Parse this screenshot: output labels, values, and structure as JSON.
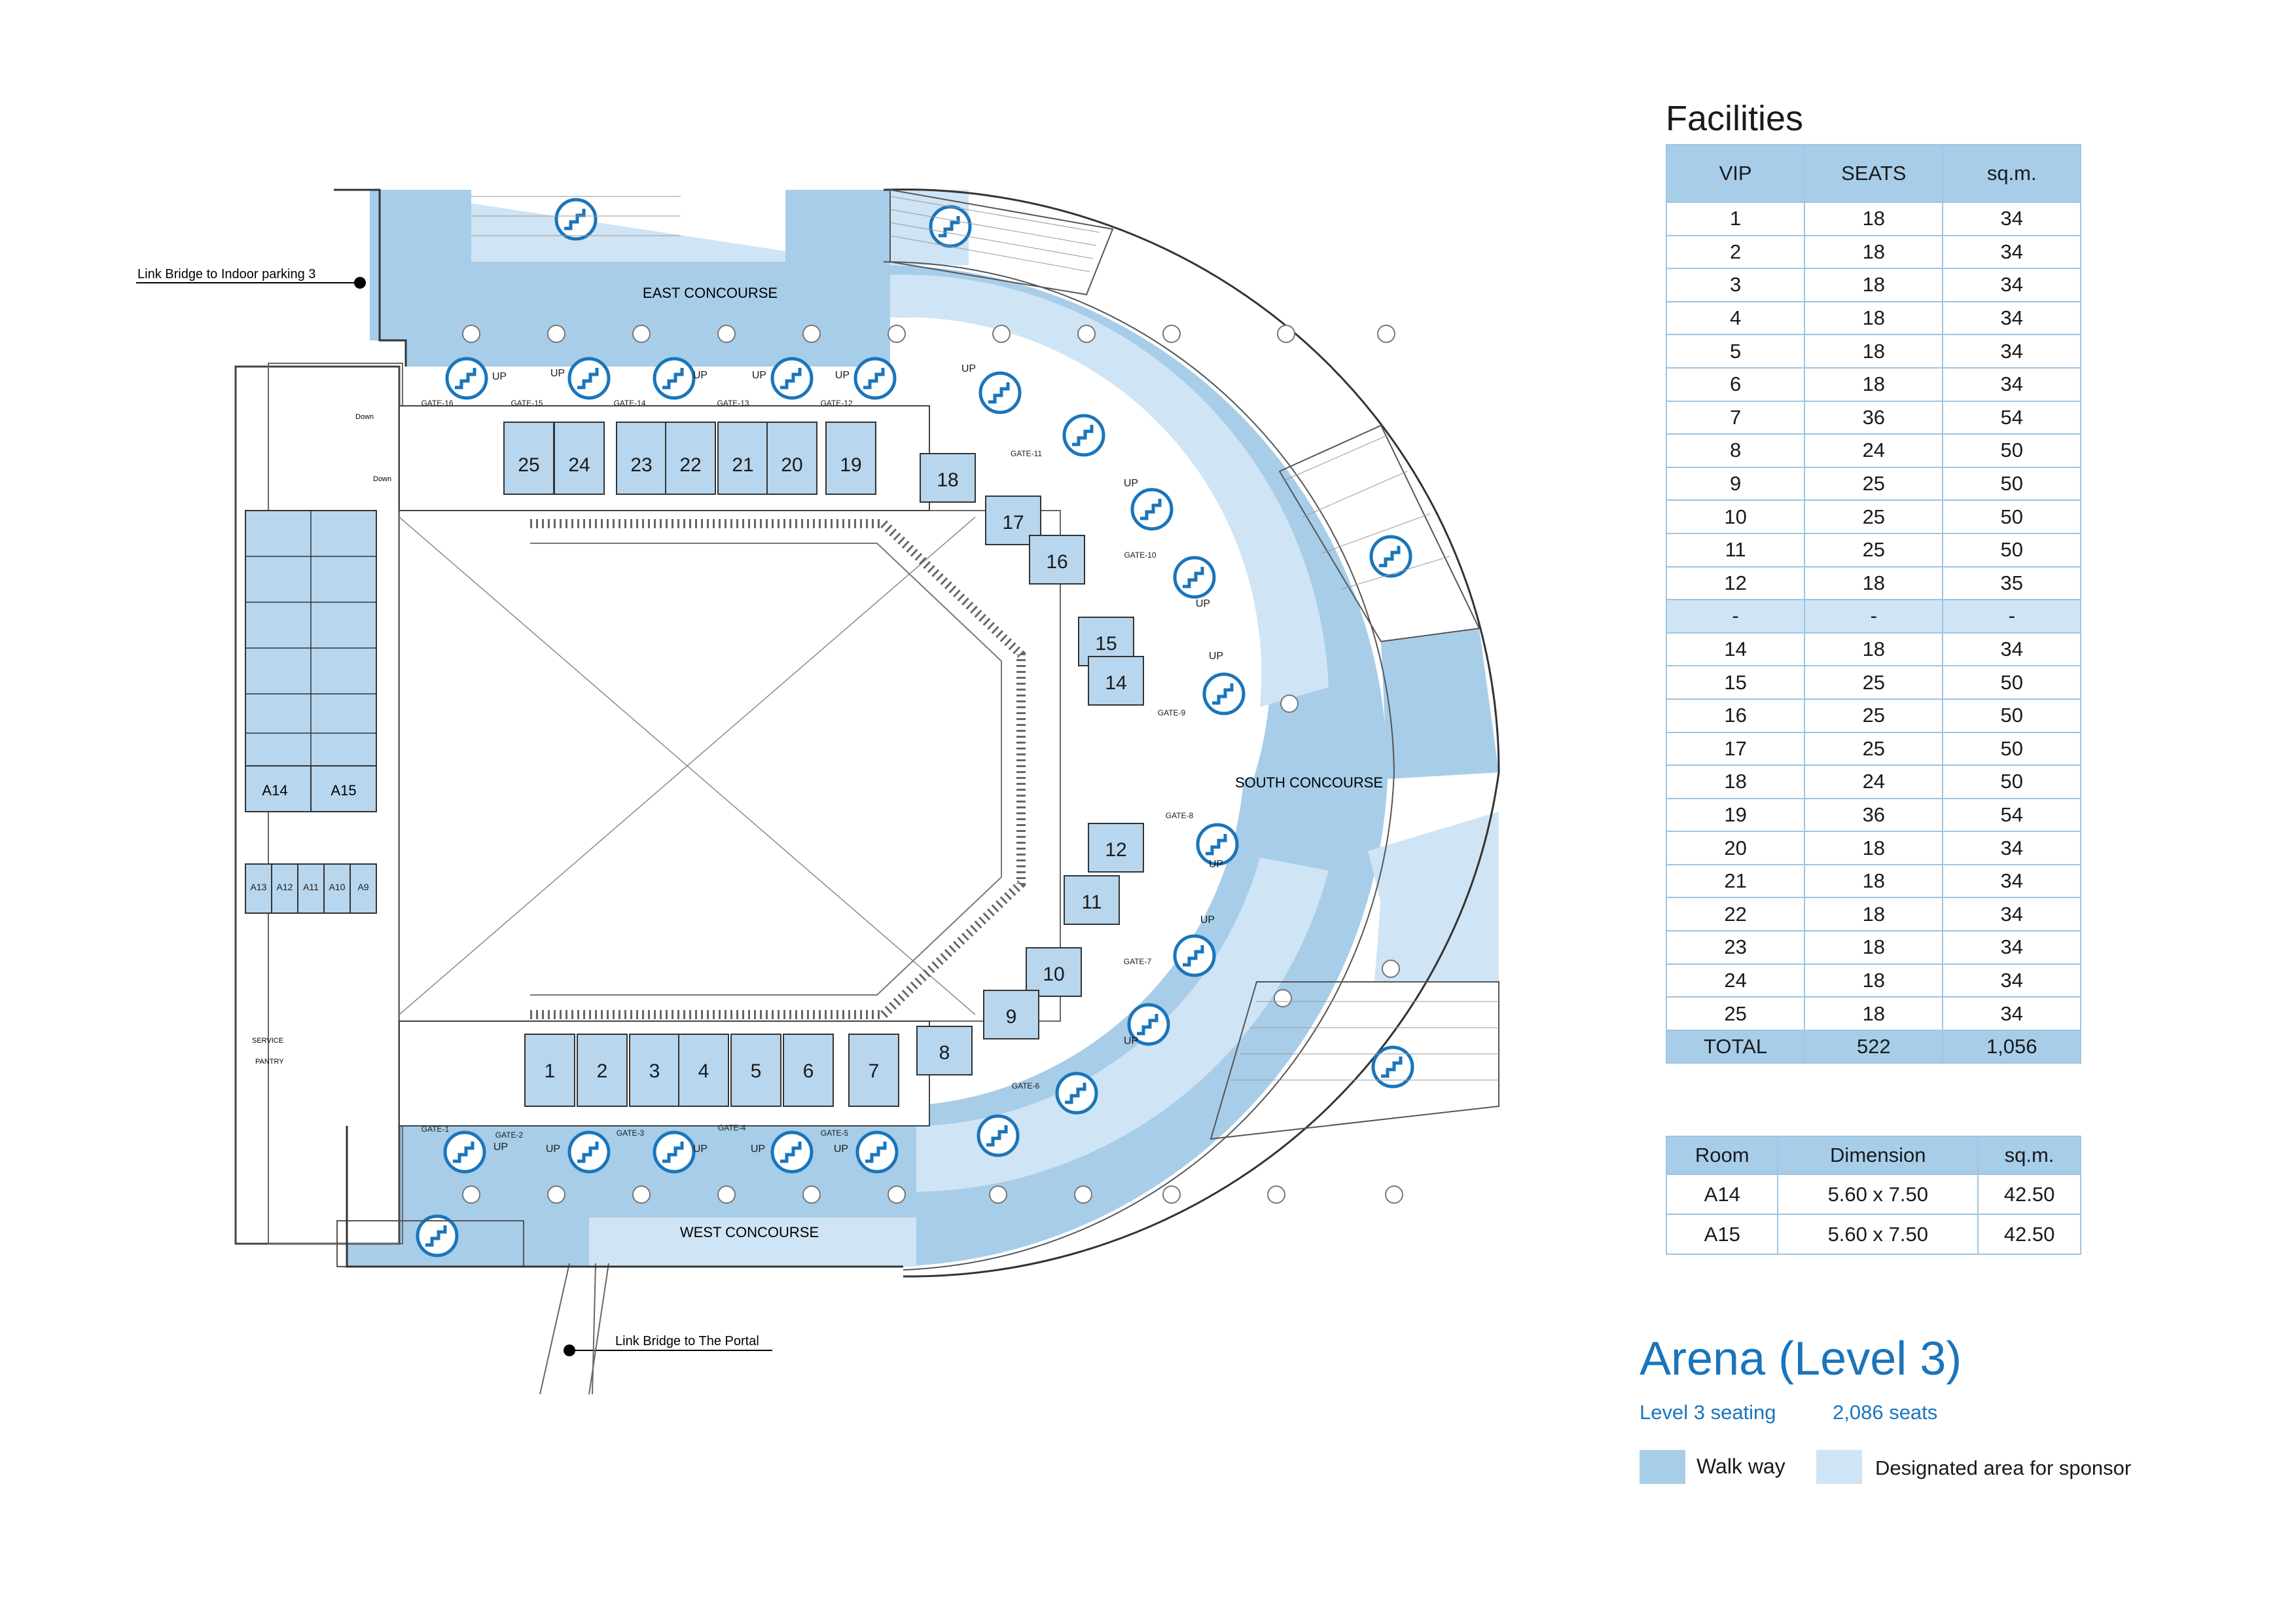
{
  "colors": {
    "walkway": "#a7cde9",
    "sponsor": "#cfe4f4",
    "title_blue": "#1a75bb",
    "box": "#b8d6ee"
  },
  "facilities": {
    "title": "Facilities",
    "headers": [
      "VIP",
      "SEATS",
      "sq.m."
    ],
    "rows": [
      [
        "1",
        "18",
        "34"
      ],
      [
        "2",
        "18",
        "34"
      ],
      [
        "3",
        "18",
        "34"
      ],
      [
        "4",
        "18",
        "34"
      ],
      [
        "5",
        "18",
        "34"
      ],
      [
        "6",
        "18",
        "34"
      ],
      [
        "7",
        "36",
        "54"
      ],
      [
        "8",
        "24",
        "50"
      ],
      [
        "9",
        "25",
        "50"
      ],
      [
        "10",
        "25",
        "50"
      ],
      [
        "11",
        "25",
        "50"
      ],
      [
        "12",
        "18",
        "35"
      ],
      [
        "-",
        "-",
        "-"
      ],
      [
        "14",
        "18",
        "34"
      ],
      [
        "15",
        "25",
        "50"
      ],
      [
        "16",
        "25",
        "50"
      ],
      [
        "17",
        "25",
        "50"
      ],
      [
        "18",
        "24",
        "50"
      ],
      [
        "19",
        "36",
        "54"
      ],
      [
        "20",
        "18",
        "34"
      ],
      [
        "21",
        "18",
        "34"
      ],
      [
        "22",
        "18",
        "34"
      ],
      [
        "23",
        "18",
        "34"
      ],
      [
        "24",
        "18",
        "34"
      ],
      [
        "25",
        "18",
        "34"
      ]
    ],
    "total": [
      "TOTAL",
      "522",
      "1,056"
    ]
  },
  "rooms": {
    "headers": [
      "Room",
      "Dimension",
      "sq.m."
    ],
    "rows": [
      [
        "A14",
        "5.60 x 7.50",
        "42.50"
      ],
      [
        "A15",
        "5.60 x 7.50",
        "42.50"
      ]
    ]
  },
  "arena": {
    "title": "Arena (Level 3)",
    "seating_label": "Level 3 seating",
    "seats": "2,086 seats"
  },
  "legend": {
    "walkway": "Walk way",
    "sponsor": "Designated area for sponsor"
  },
  "map": {
    "concourses": {
      "east": "EAST CONCOURSE",
      "south": "SOUTH CONCOURSE",
      "west": "WEST CONCOURSE"
    },
    "link_parking": "Link Bridge to Indoor parking 3",
    "link_portal": "Link Bridge to The Portal",
    "top_boxes": [
      "25",
      "24",
      "23",
      "22",
      "21",
      "20",
      "19"
    ],
    "bottom_boxes": [
      "1",
      "2",
      "3",
      "4",
      "5",
      "6",
      "7"
    ],
    "arc_boxes": [
      "18",
      "17",
      "16",
      "15",
      "14",
      "12",
      "11",
      "10",
      "9",
      "8"
    ],
    "rooms_left": [
      "A14",
      "A15"
    ],
    "rooms_small": [
      "A13",
      "A12",
      "A11",
      "A10",
      "A9"
    ],
    "gates_top": [
      "GATE-16",
      "GATE-15",
      "GATE-14",
      "GATE-13",
      "GATE-12"
    ],
    "gates_bottom": [
      "GATE-1",
      "GATE-2",
      "GATE-3",
      "GATE-4",
      "GATE-5"
    ],
    "gates_arc": [
      "GATE-11",
      "GATE-10",
      "GATE-9",
      "GATE-8",
      "GATE-7",
      "GATE-6"
    ],
    "up": "UP",
    "down": "Down",
    "service": "SERVICE",
    "pantry": "PANTRY"
  }
}
